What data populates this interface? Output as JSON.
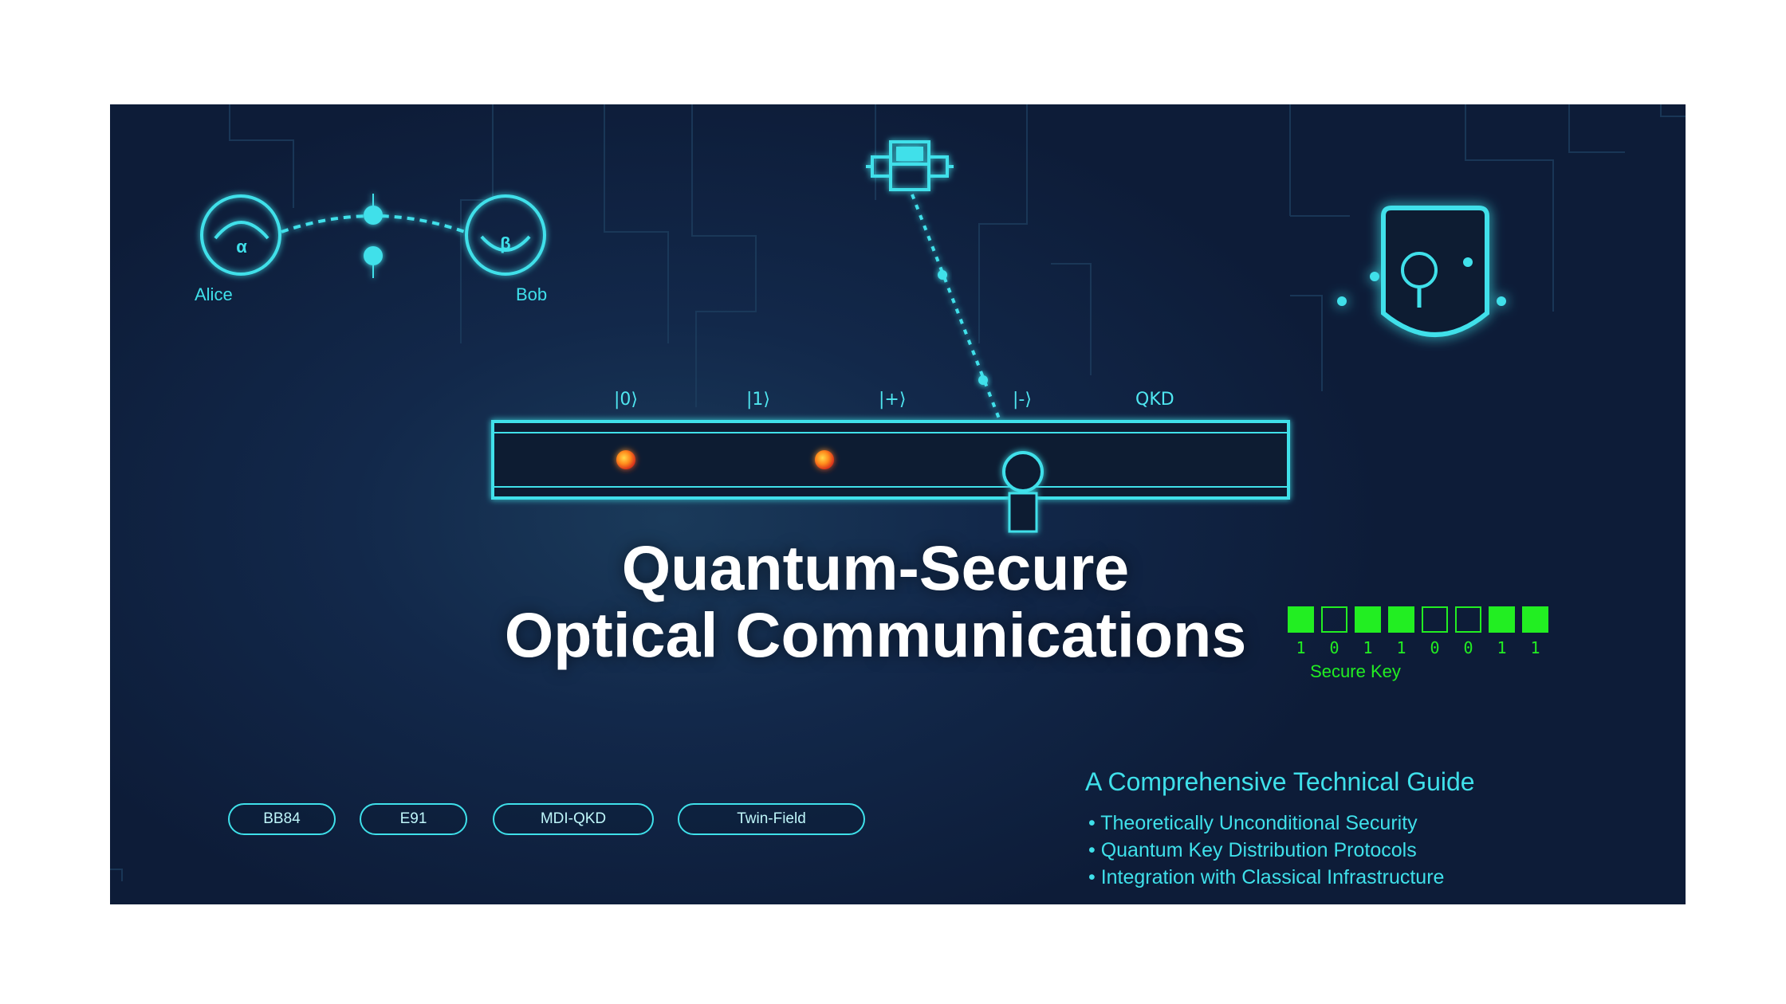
{
  "parties": {
    "alice_label": "Alice",
    "bob_label": "Bob",
    "alice_symbol": "α",
    "bob_symbol": "β"
  },
  "channel": {
    "states": [
      "|0⟩",
      "|1⟩",
      "|+⟩",
      "|-⟩"
    ],
    "tag": "QKD"
  },
  "title": {
    "line1": "Quantum-Secure",
    "line2": "Optical Communications"
  },
  "key": {
    "bits": [
      1,
      0,
      1,
      1,
      0,
      0,
      1,
      1
    ],
    "label": "Secure Key"
  },
  "protocols": [
    "BB84",
    "E91",
    "MDI-QKD",
    "Twin-Field"
  ],
  "guide": {
    "title": "A Comprehensive Technical Guide",
    "bullets": [
      "• Theoretically Unconditional Security",
      "• Quantum Key Distribution Protocols",
      "• Integration with Classical Infrastructure"
    ]
  },
  "icons": [
    "alice-detector-icon",
    "bob-detector-icon",
    "entangled-pair-icon",
    "satellite-icon",
    "security-lock-icon",
    "eavesdropper-probe-icon",
    "photon-icon"
  ],
  "colors": {
    "background": "#12284a",
    "accent": "#3fe0ea",
    "key_green": "#22ee22",
    "title": "#ffffff",
    "photon": "#ff8a1c"
  }
}
